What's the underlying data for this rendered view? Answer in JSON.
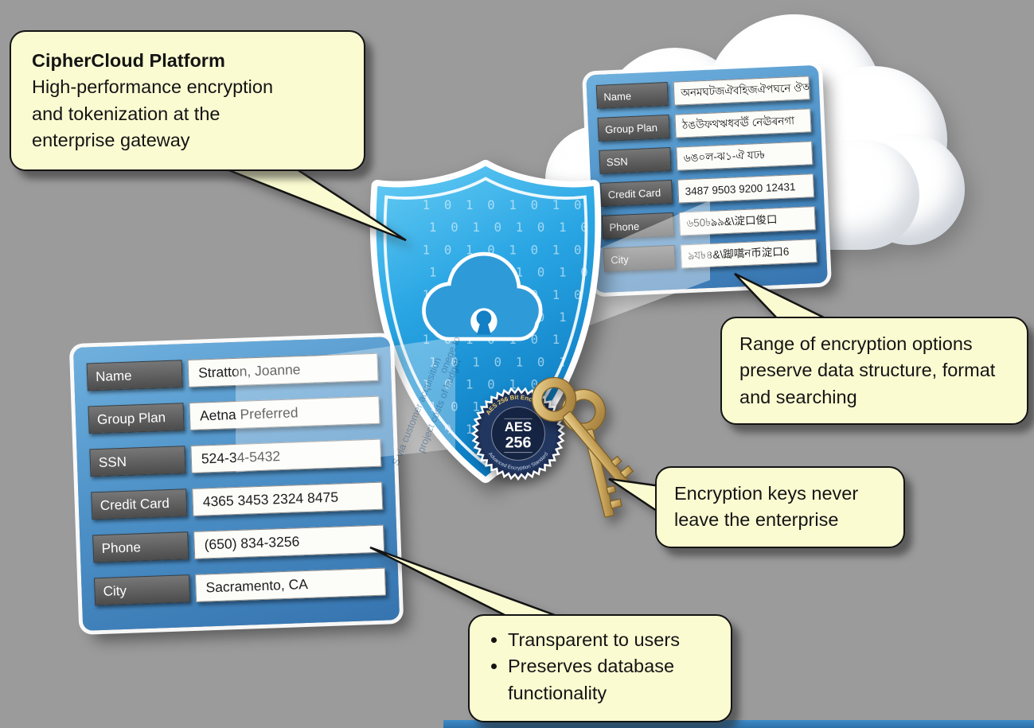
{
  "diagram": {
    "background_color": "#9B9B9B",
    "accent_blue": "#2AA6E4",
    "callout_yellow": "#FBFBD2"
  },
  "callouts": {
    "platform": {
      "title": "CipherCloud Platform",
      "body": "High-performance encryption and tokenization at the enterprise gateway"
    },
    "encryption_options": {
      "text": "Range of encryption options preserve data structure, format and searching"
    },
    "keys": {
      "text": "Encryption keys never leave the enterprise"
    },
    "transparency": {
      "bullets": [
        "Transparent to users",
        "Preserves database functionality"
      ]
    }
  },
  "cards": {
    "encrypted": {
      "rows": [
        {
          "label": "Name",
          "value": "অনমঘটজঐবহিজঐপঘনে ঔঅ"
        },
        {
          "label": "Group Plan",
          "value": "ঠঙউফথঋধবঊঁ নেঊৰনগা"
        },
        {
          "label": "SSN",
          "value": "৬ঙ০ল-ঝ১-ঐ যঢ৳"
        },
        {
          "label": "Credit Card",
          "value": "3487 9503 9200 12431"
        },
        {
          "label": "Phone",
          "value": "৬50৳ঌ৯&\\淀口俊口"
        },
        {
          "label": "City",
          "value": "ঌয৳৪&\\踋嚆ন币淀口6"
        }
      ]
    },
    "plain": {
      "rows": [
        {
          "label": "Name",
          "value": "Stratton, Joanne"
        },
        {
          "label": "Group Plan",
          "value": "Aetna Preferred"
        },
        {
          "label": "SSN",
          "value": "524-34-5432"
        },
        {
          "label": "Credit Card",
          "value": "4365 3453 2324 8475"
        },
        {
          "label": "Phone",
          "value": "(650) 834-3256"
        },
        {
          "label": "City",
          "value": "Sacramento, CA"
        }
      ]
    }
  },
  "shield": {
    "binary_row": "1 0 1 0 1 0 1 0 1 0 1 0 1"
  },
  "badge": {
    "line1": "AES",
    "line2": "256",
    "arc_top": "AES 256 Bit Encryption",
    "arc_bottom": "Advanced Encryption Standard"
  },
  "beam_text": [
    "onege to",
    "project costs of budget",
    "S via customer acquisition"
  ]
}
